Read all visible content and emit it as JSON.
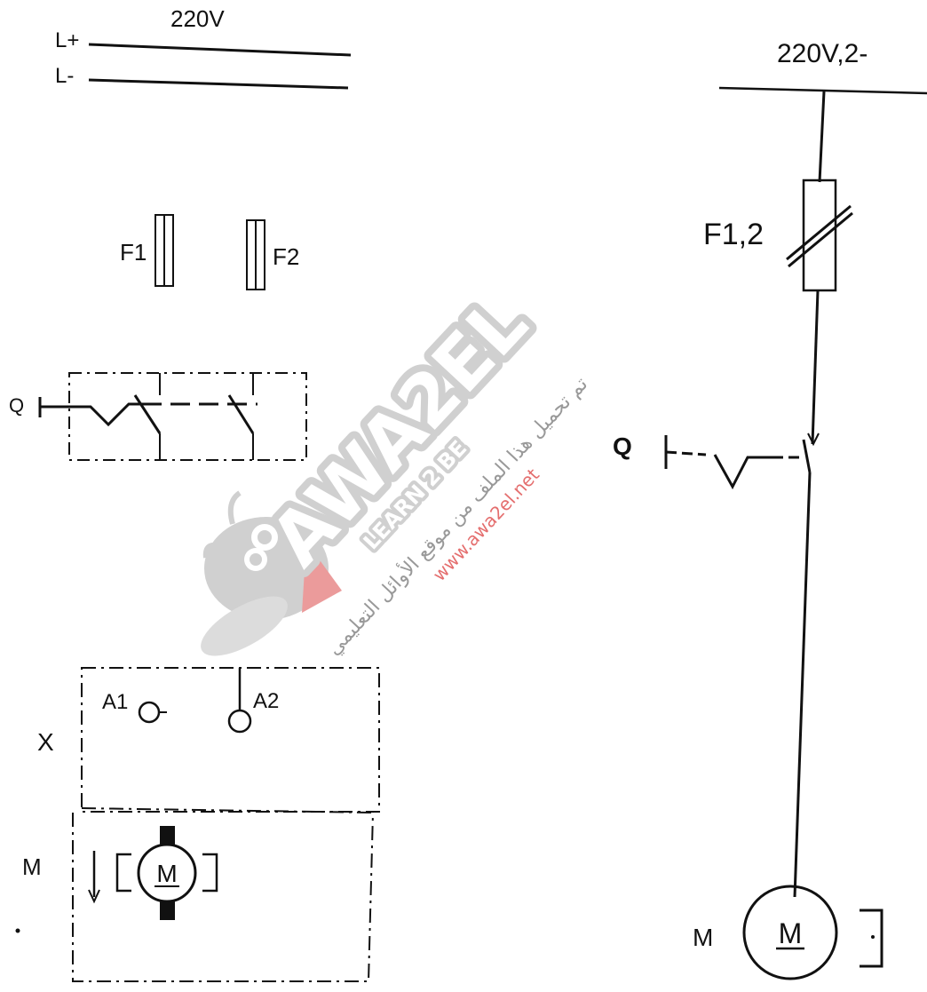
{
  "left_diagram": {
    "supply_voltage": "220V",
    "rail_positive": "L+",
    "rail_negative": "L-",
    "fuse_1": "F1",
    "fuse_2": "F2",
    "switch": "Q",
    "terminal_block": "X",
    "terminal_a1": "A1",
    "terminal_a2": "A2",
    "motor_label": "M",
    "motor_symbol": "M"
  },
  "right_diagram": {
    "supply": "220V,2-",
    "fuse": "F1,2",
    "switch": "Q",
    "motor_label": "M",
    "motor_symbol": "M"
  },
  "watermark": {
    "brand": "AWA2EL",
    "tagline": "LEARN 2 BE",
    "arabic": "تم تحميل هذا الملف من موقع الأوائل التعليمي",
    "url": "www.awa2el.net",
    "colors": {
      "gray": "#c8c8c8",
      "red": "#e88a8a",
      "url_red": "#e05555"
    }
  }
}
